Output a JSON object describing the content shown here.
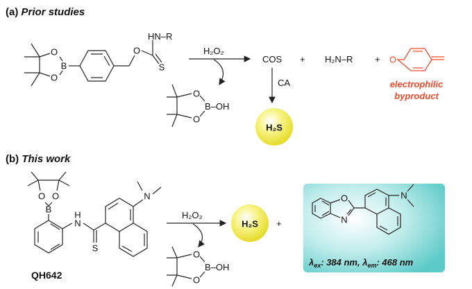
{
  "section_a": {
    "label": "(a)",
    "title": "Prior studies",
    "reagent": "H₂O₂",
    "enzyme": "CA",
    "product_cos": "COS",
    "plus": "+",
    "amine": "H₂N–R",
    "thiocarbamate_nh": "HN–R",
    "boronic_byproduct": "B–OH",
    "h2s": "H₂S",
    "electrophilic_line1": "electrophilic",
    "electrophilic_line2": "byproduct"
  },
  "section_b": {
    "label": "(b)",
    "title": "This work",
    "reagent": "H₂O₂",
    "h2s": "H₂S",
    "plus": "+",
    "probe_name": "QH642",
    "boronic_byproduct": "B–OH",
    "lambda_ex_label": "λ",
    "lambda_ex_sub": "ex",
    "lambda_ex_value": ": 384 nm, ",
    "lambda_em_label": "λ",
    "lambda_em_sub": "em",
    "lambda_em_value": ": 468 nm"
  },
  "atoms": {
    "O": "O",
    "B": "B",
    "N": "N",
    "S": "S",
    "H": "H"
  },
  "colors": {
    "accent_red": "#f04a2a",
    "sphere_yellow": "#f3ee5a",
    "box_teal": "#6fd0cf"
  }
}
